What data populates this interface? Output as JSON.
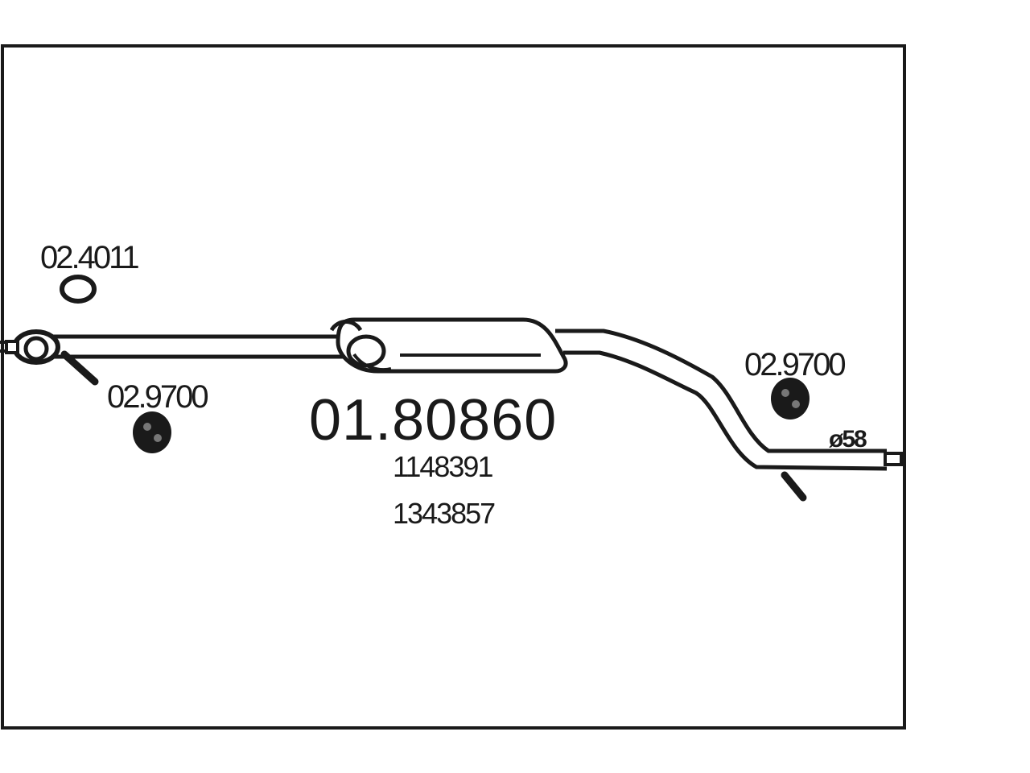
{
  "diagram": {
    "main_part_number": "01.80860",
    "oe_numbers": [
      "1148391",
      "1343857"
    ],
    "callouts": {
      "gasket": "02.4011",
      "hanger_left": "02.9700",
      "hanger_right": "02.9700"
    },
    "pipe_diameter": "ø58",
    "colors": {
      "line": "#1a1a1a",
      "background": "#ffffff"
    }
  }
}
